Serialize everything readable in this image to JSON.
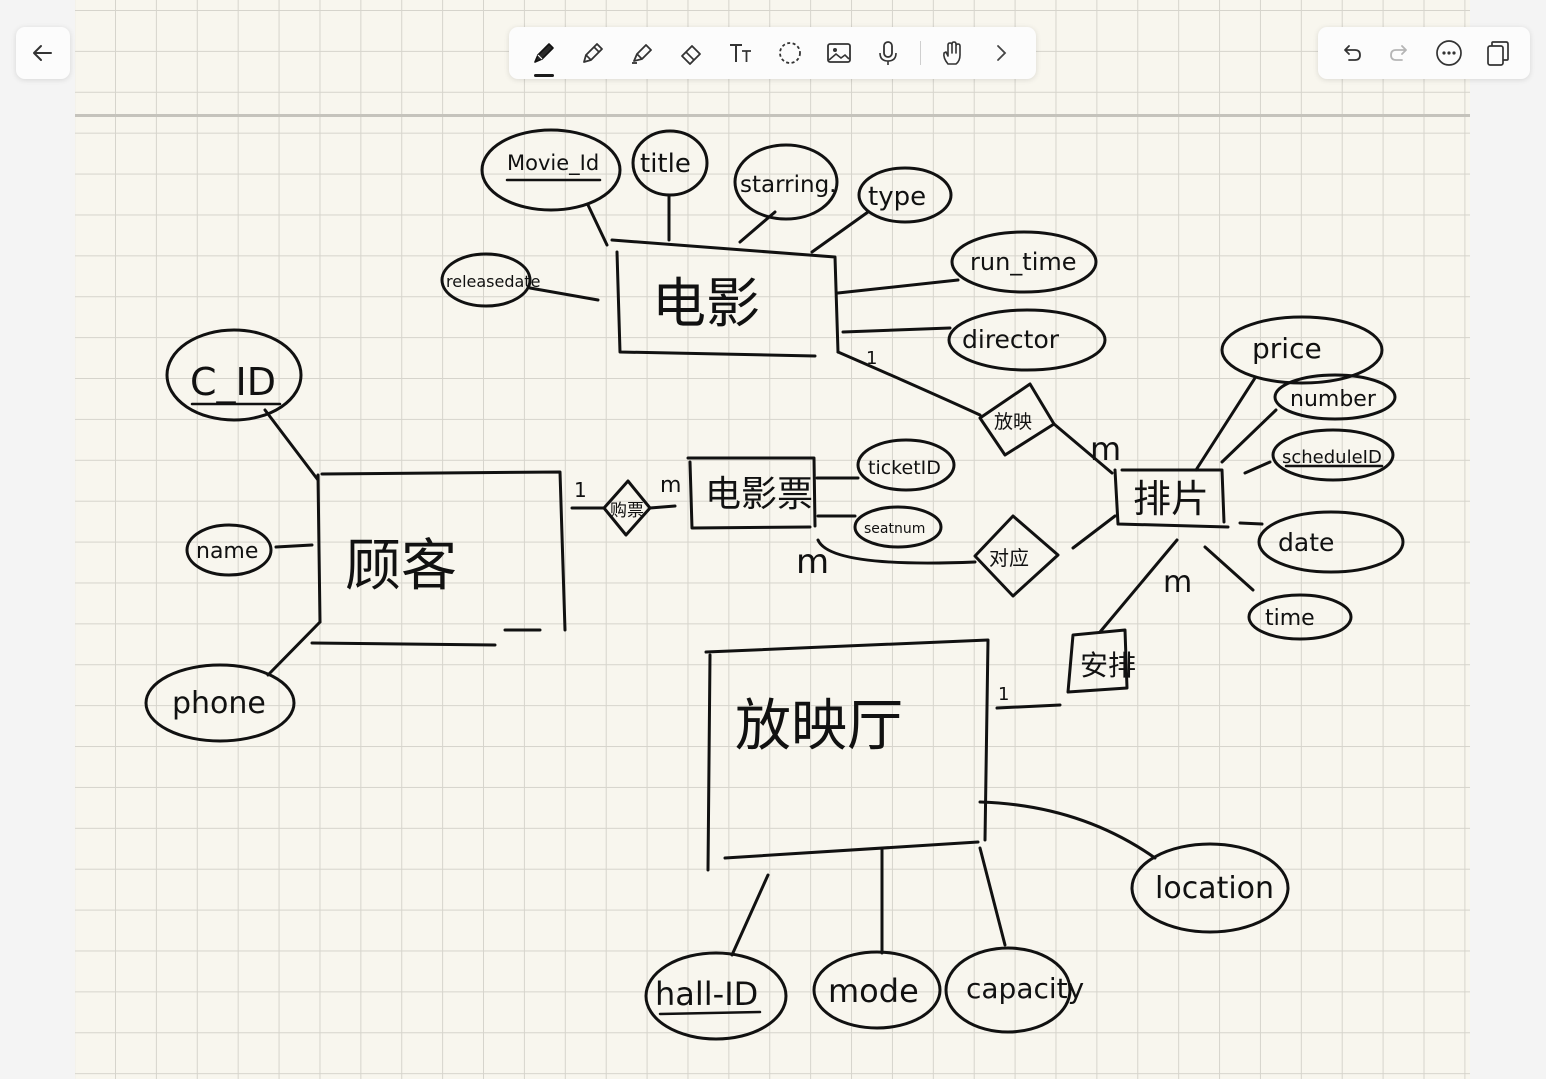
{
  "toolbar": {
    "tools": [
      "pen-icon",
      "pencil-icon",
      "highlighter-icon",
      "eraser-icon",
      "text-tool-icon",
      "lasso-icon",
      "image-icon",
      "microphone-icon",
      "touch-icon",
      "chevron-right-icon"
    ],
    "active_tool": "pen-icon"
  },
  "actions": [
    "undo-icon",
    "redo-icon",
    "more-icon",
    "pages-icon"
  ],
  "diagram": {
    "entities": {
      "movie": "电影",
      "customer": "顾客",
      "ticket": "电影票",
      "schedule": "排片",
      "hall": "放映厅"
    },
    "relations": {
      "plays": "放映",
      "buys": "购票",
      "corresponds": "对应",
      "arranges": "安排"
    },
    "attributes": {
      "movie_id": "Movie_Id",
      "title": "title",
      "starring": "starring.",
      "type": "type",
      "run_time": "run_time",
      "director": "director",
      "release_date": "releasedate",
      "c_id": "C_ID",
      "name": "name",
      "phone": "phone",
      "ticket_id": "ticketID",
      "seat_num": "seatnum",
      "price": "price",
      "number": "number",
      "schedule_id": "scheduleID",
      "date": "date",
      "time": "time",
      "hall_id": "hall-ID",
      "mode": "mode",
      "capacity": "capacity",
      "location": "location"
    },
    "cardinalities": {
      "buys_customer": "1",
      "buys_ticket": "m",
      "ticket_corresponds": "m",
      "plays_schedule": "m",
      "movie_plays": "1",
      "schedule_arranges": "m",
      "hall_arranges": "1"
    }
  }
}
